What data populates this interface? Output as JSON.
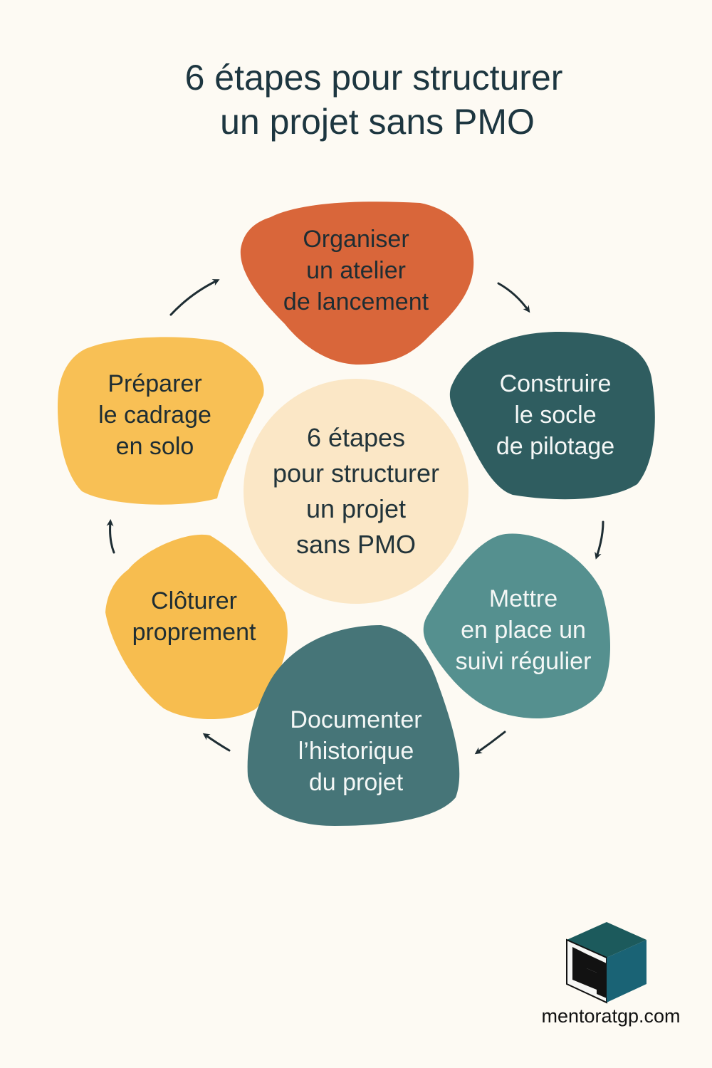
{
  "title": {
    "line1": "6 étapes pour structurer",
    "line2": "un projet sans PMO"
  },
  "center": {
    "lines": [
      "6 étapes",
      "pour structurer",
      "un projet",
      "sans PMO"
    ],
    "color": "#fbe7c6"
  },
  "steps": [
    {
      "lines": [
        "Organiser",
        "un atelier",
        "de lancement"
      ],
      "color": "#d9663a"
    },
    {
      "lines": [
        "Construire",
        "le socle",
        "de pilotage"
      ],
      "color": "#2f5d60"
    },
    {
      "lines": [
        "Mettre",
        "en place un",
        "suivi régulier"
      ],
      "color": "#55908f"
    },
    {
      "lines": [
        "Documenter",
        "l’historique",
        "du projet"
      ],
      "color": "#467578"
    },
    {
      "lines": [
        "Clôturer",
        "proprement"
      ],
      "color": "#f7bd4f"
    },
    {
      "lines": [
        "Préparer",
        "le cadrage",
        "en solo"
      ],
      "color": "#f8c055"
    }
  ],
  "brand": "mentoratgp.com"
}
